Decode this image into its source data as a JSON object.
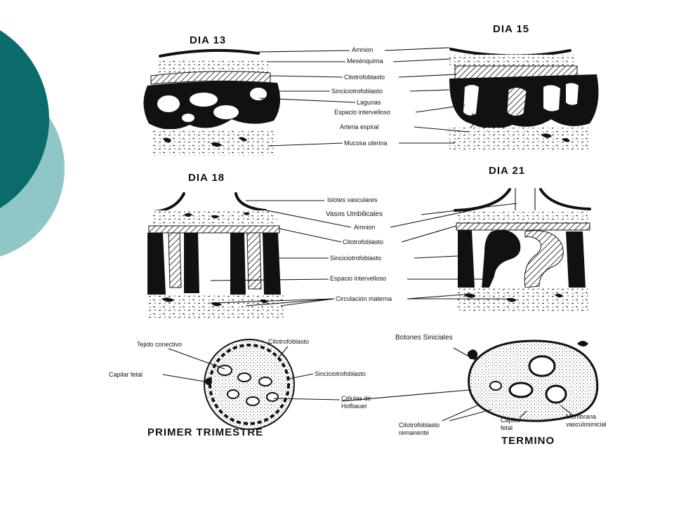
{
  "theme": {
    "accent_dark": "#0b6b6b",
    "accent_light": "#8fc7c7"
  },
  "panels": {
    "day13": {
      "title": "DIA 13"
    },
    "day15": {
      "title": "DIA 15"
    },
    "day18": {
      "title": "DIA 18"
    },
    "day21": {
      "title": "DIA 21"
    },
    "primer": {
      "title": "PRIMER TRIMESTRE"
    },
    "termino": {
      "title": "TERMINO"
    }
  },
  "labels": {
    "top": [
      "Amnion",
      "Mesénquima",
      "Citotrofoblasto",
      "Sinciciotrofoblasto",
      "Lagunas",
      "Espacio intervelloso",
      "Arteria espiral",
      "Mucosa uterina"
    ],
    "middle": [
      "Islotes vasculares",
      "Vasos Umbilicales",
      "Amnion",
      "Citotrofoblasto",
      "Sinciciotrofoblasto",
      "Espacio intervelloso",
      "Circulación materna"
    ],
    "primer": {
      "tejido": "Tejido conectivo",
      "capilar": "Capilar fetal",
      "cito": "Citotrofoblasto",
      "sincicio": "Sinciciotrofoblasto",
      "celulas_1": "Células de",
      "celulas_2": "Hofbauer"
    },
    "termino": {
      "botones": "Botones Siniciales",
      "cito_1": "Citotrofoblasto",
      "cito_2": "remanente",
      "capilar_1": "Capilar",
      "capilar_2": "fetal",
      "membrana_1": "Membrana",
      "membrana_2": "vasculosinicial"
    }
  }
}
